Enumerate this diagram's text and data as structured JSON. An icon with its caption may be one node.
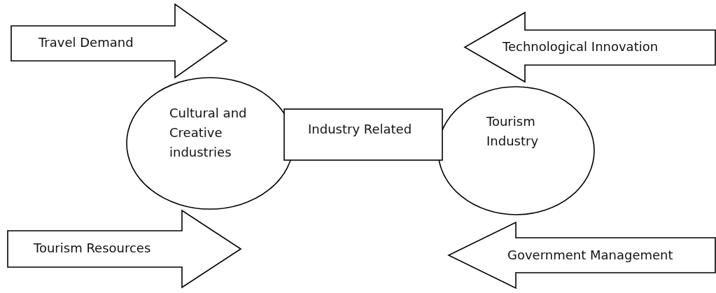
{
  "diagram": {
    "nodes": [
      {
        "text": [
          "Travel Demand"
        ]
      },
      {
        "text": [
          "Technological Innovation"
        ]
      },
      {
        "text": [
          "Cultural and Creative industries"
        ]
      },
      {
        "text": [
          "Industry Related"
        ]
      },
      {
        "text": [
          "Tourism Industry"
        ]
      },
      {
        "text": [
          "Tourism Resources"
        ]
      },
      {
        "text": [
          "Government Management"
        ]
      }
    ]
  }
}
